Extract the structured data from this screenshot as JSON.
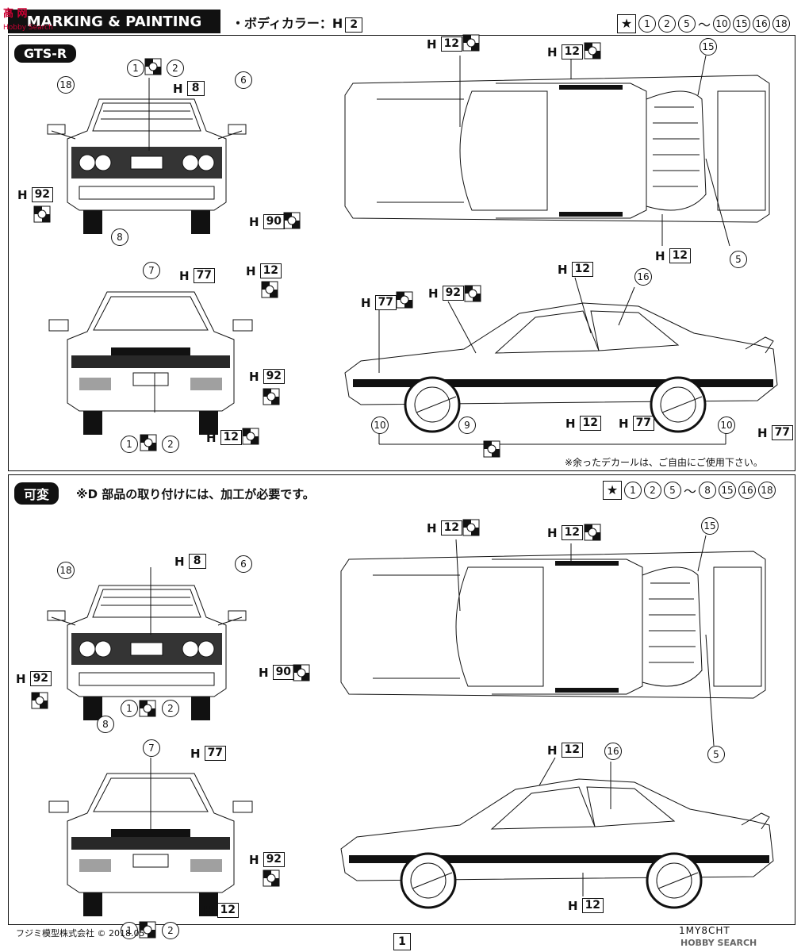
{
  "header": {
    "title": "MARKING & PAINTING",
    "body_color_label": "・ボディカラー：H",
    "body_color_code": "2"
  },
  "watermark": {
    "corner_text": "高 网",
    "subtext": "Hobby Search"
  },
  "section_gtsr": {
    "label": "GTS-R",
    "decals": [
      "1",
      "2",
      "5",
      "～",
      "10",
      "15",
      "16",
      "18"
    ],
    "footnote": "※余ったデカールは、ご自由にご使用下さい。",
    "rear_view": {
      "h_labels": [
        {
          "code": "8"
        },
        {
          "code": "92"
        },
        {
          "code": "90"
        }
      ],
      "nums": [
        "1",
        "2",
        "18",
        "6",
        "8"
      ]
    },
    "front_view": {
      "h_labels": [
        {
          "code": "77"
        },
        {
          "code": "12"
        },
        {
          "code": "92"
        },
        {
          "code": "12"
        }
      ],
      "nums": [
        "7",
        "1",
        "2"
      ]
    },
    "top_view": {
      "h_labels": [
        {
          "code": "12"
        },
        {
          "code": "12"
        },
        {
          "code": "12"
        }
      ],
      "nums": [
        "15",
        "5"
      ]
    },
    "side_view": {
      "h_labels": [
        {
          "code": "12"
        },
        {
          "code": "77"
        },
        {
          "code": "92"
        },
        {
          "code": "12"
        },
        {
          "code": "77"
        },
        {
          "code": "77"
        }
      ],
      "nums": [
        "16",
        "10",
        "9",
        "10"
      ]
    }
  },
  "section_kahen": {
    "label": "可変",
    "note": "※D 部品の取り付けには、加工が必要です。",
    "decals": [
      "1",
      "2",
      "5",
      "～",
      "8",
      "15",
      "16",
      "18"
    ],
    "rear_view": {
      "h_labels": [
        {
          "code": "8"
        },
        {
          "code": "92"
        },
        {
          "code": "90"
        }
      ],
      "nums": [
        "18",
        "6",
        "1",
        "2",
        "8"
      ]
    },
    "front_view": {
      "h_labels": [
        {
          "code": "77"
        },
        {
          "code": "92"
        },
        {
          "code": "12"
        }
      ],
      "nums": [
        "7",
        "1",
        "2"
      ]
    },
    "top_view": {
      "h_labels": [
        {
          "code": "12"
        },
        {
          "code": "12"
        }
      ],
      "nums": [
        "15",
        "5"
      ]
    },
    "side_view": {
      "h_labels": [
        {
          "code": "12"
        },
        {
          "code": "12"
        }
      ],
      "nums": [
        "16"
      ]
    }
  },
  "footer": {
    "copyright": "フジミ模型株式会社 © 2018.05",
    "page": "1",
    "code": "1MY8CHT",
    "watermark": "HOBBY SEARCH"
  },
  "colors": {
    "ink": "#111111",
    "paper": "#ffffff"
  }
}
